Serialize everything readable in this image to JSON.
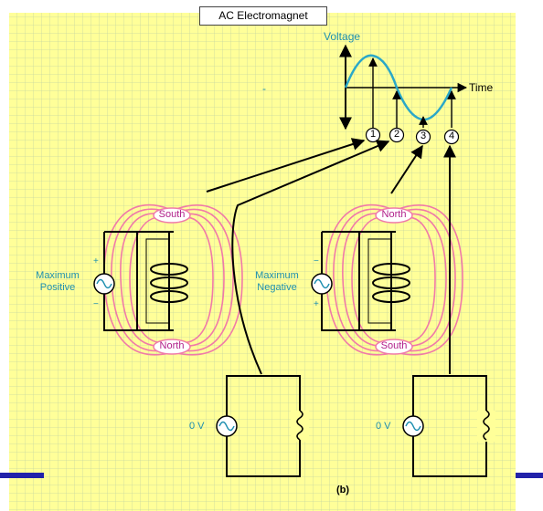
{
  "title": "AC Electromagnet",
  "graph": {
    "y_label": "Voltage",
    "x_label": "Time",
    "minus_mark": "-",
    "points": [
      "1",
      "2",
      "3",
      "4"
    ]
  },
  "left_magnet": {
    "source_label_line1": "Maximum",
    "source_label_line2": "Positive",
    "plus": "+",
    "minus": "−",
    "top_pole": "South",
    "bottom_pole": "North"
  },
  "right_magnet": {
    "source_label_line1": "Maximum",
    "source_label_line2": "Negative",
    "plus": "+",
    "minus": "−",
    "top_pole": "North",
    "bottom_pole": "South"
  },
  "bottom_left_circuit": {
    "voltage": "0 V"
  },
  "bottom_right_circuit": {
    "voltage": "0 V"
  },
  "caption": "(b)",
  "colors": {
    "grid_bg": "#ffff99",
    "grid_line": "#c8d8a0",
    "field_line": "#f07aa8",
    "wave": "#2aa8c8",
    "accent_text": "#1e8fb0",
    "nav_bar": "#2222aa"
  }
}
